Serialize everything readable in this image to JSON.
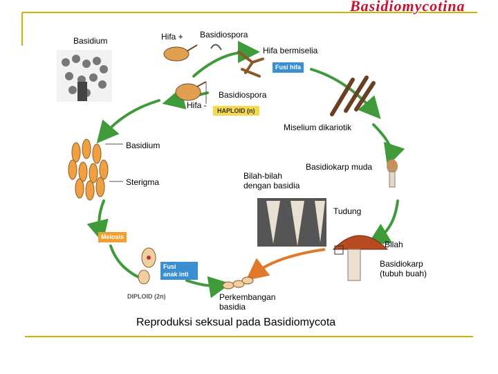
{
  "header": {
    "title": "Basidiomycotina"
  },
  "labels": {
    "basidium_top": "Basidium",
    "hifa_plus": "Hifa +",
    "basidiospora_top": "Basidiospora",
    "hifa_bermiselia": "Hifa bermiselia",
    "basidiospora_mid": "Basidiospora",
    "hifa_minus": "Hifa -",
    "miselium_dikariotik": "Miselium dikariotik",
    "basidium_mid": "Basidium",
    "sterigma": "Sterigma",
    "basidiokarp_muda": "Basidiokarp muda",
    "bilah_dengan_basidia": "Bilah-bilah\ndengan basidia",
    "tudung": "Tudung",
    "bilah": "Bilah",
    "basidiokarp_tubuh_buah": "Basidiokarp\n(tubuh buah)",
    "perkembangan_basidia": "Perkembangan\nbasidia"
  },
  "tags": {
    "fusi_hifa": "Fusi hifa",
    "haploid": "HAPLOID (n)",
    "meiosis": "Meiosis",
    "fusi_anak_inti": "Fusi\nanak inti",
    "diploid": "DIPLOID (2n)"
  },
  "caption": "Reproduksi seksual  pada Basidiomycota",
  "colors": {
    "frame": "#c9b400",
    "arrow": "#3f9a3a",
    "tag_blue": "#3a8fd0",
    "tag_orange": "#f0a030",
    "title_red": "#c8102e"
  }
}
